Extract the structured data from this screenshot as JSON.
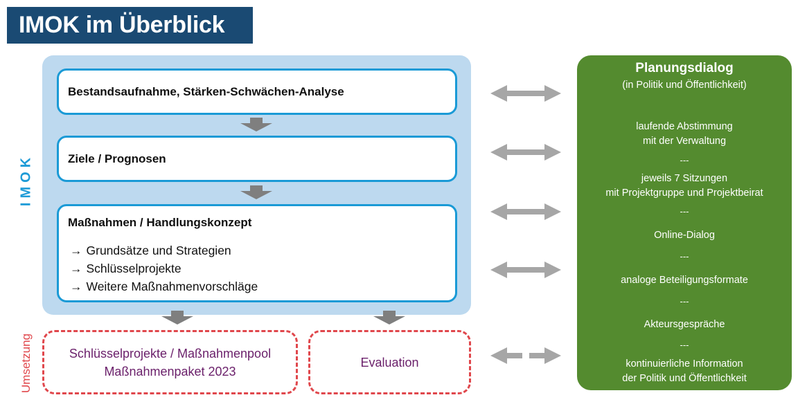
{
  "header": {
    "title": "IMOK im Überblick"
  },
  "side_labels": {
    "imok": "IMOK",
    "umsetzung": "Umsetzung"
  },
  "imok_steps": [
    {
      "title": "Bestandsaufnahme, Stärken-Schwächen-Analyse"
    },
    {
      "title": "Ziele / Prognosen"
    },
    {
      "title": "Maßnahmen / Handlungskonzept",
      "items": [
        "Grundsätze und Strategien",
        "Schlüsselprojekte",
        "Weitere Maßnahmenvorschläge"
      ]
    }
  ],
  "arrow_glyph": "→",
  "umsetzung_boxes": [
    {
      "lines": [
        "Schlüsselprojekte / Maßnahmenpool",
        "Maßnahmenpaket 2023"
      ]
    },
    {
      "lines": [
        "Evaluation"
      ]
    }
  ],
  "planungsdialog": {
    "title": "Planungsdialog",
    "subtitle": "(in Politik und Öffentlichkeit)",
    "separator": "---",
    "items": [
      [
        "laufende Abstimmung",
        "mit der Verwaltung"
      ],
      [
        "jeweils 7 Sitzungen",
        "mit Projektgruppe und Projektbeirat"
      ],
      [
        "Online-Dialog"
      ],
      [
        "analoge Beteiligungsformate"
      ],
      [
        "Akteursgespräche"
      ],
      [
        "kontinuierliche Information",
        "der Politik und Öffentlichkeit"
      ]
    ]
  },
  "colors": {
    "title_bg": "#1a4a73",
    "imok_panel": "#bdd9ef",
    "step_border": "#1a9ad6",
    "imok_label": "#1e9bd7",
    "umsetzung_red": "#e0474c",
    "umsetzung_text": "#6a1f6a",
    "planungsdialog_green": "#548b2f",
    "arrow_gray": "#a6a6a6",
    "down_arrow_gray": "#7f7f7f"
  },
  "connectors": [
    {
      "type": "bidirectional",
      "style": "solid"
    },
    {
      "type": "bidirectional",
      "style": "solid"
    },
    {
      "type": "bidirectional",
      "style": "solid"
    },
    {
      "type": "bidirectional",
      "style": "solid"
    },
    {
      "type": "bidirectional",
      "style": "dashed"
    }
  ]
}
